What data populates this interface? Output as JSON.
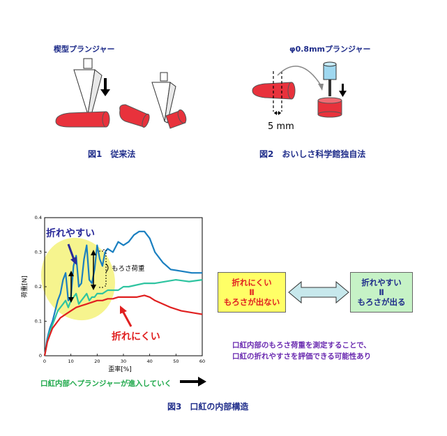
{
  "fig1": {
    "plunger_label": "楔型プランジャー",
    "caption": "図1　従来法"
  },
  "fig2": {
    "plunger_label": "φ0.8mmプランジャー",
    "dimension_label": "5 mm",
    "caption": "図2　おいしさ科学館独自法"
  },
  "fig3": {
    "caption": "図3　口紅の内部構造",
    "annotation_easy_break": "折れやすい",
    "annotation_hard_break": "折れにくい",
    "annotation_brittle_load": "もろさ荷重",
    "penetration_note": "口紅内部へプランジャーが進入していく",
    "left_box": {
      "line1": "折れにくい",
      "line2": "Ⅱ",
      "line3": "もろさが出ない"
    },
    "right_box": {
      "line1": "折れやすい",
      "line2": "Ⅱ",
      "line3": "もろさが出る"
    },
    "description_line1": "口紅内部のもろさ荷重を測定することで、",
    "description_line2": "口紅の折れやすさを評価できる可能性あり"
  },
  "colors": {
    "lipstick_red": "#e8323c",
    "plunger_cyan": "#9fd8f0",
    "navy_text": "#1f2d8a",
    "blue_series": "#1a7fc0",
    "teal_series": "#2ec4a0",
    "red_series": "#e02020",
    "highlight_yellow": "#f4f27a",
    "green_text": "#1ea84a",
    "purple_text": "#6a2ab0",
    "box_yellow": "#ffff66",
    "box_green": "#c6f2c6"
  },
  "chart_data": {
    "type": "line",
    "xlabel": "歪率[%]",
    "ylabel": "荷重[N]",
    "xlim": [
      0,
      60
    ],
    "ylim": [
      0,
      0.4
    ],
    "xticks": [
      "0",
      "10",
      "20",
      "30",
      "40",
      "50",
      "60"
    ],
    "yticks": [
      "0",
      "0.1",
      "0.2",
      "0.3",
      "0.4"
    ],
    "grid": false,
    "series": [
      {
        "color": "#1a7fc0",
        "x": [
          0,
          1,
          2,
          3,
          4,
          5,
          6,
          7,
          8,
          9,
          10,
          11,
          12,
          13,
          14,
          15,
          16,
          17,
          18,
          19,
          20,
          21,
          22,
          23,
          24,
          26,
          28,
          30,
          32,
          34,
          36,
          38,
          40,
          42,
          45,
          48,
          52,
          56,
          60
        ],
        "y": [
          0,
          0.05,
          0.08,
          0.1,
          0.13,
          0.16,
          0.18,
          0.22,
          0.24,
          0.16,
          0.17,
          0.26,
          0.29,
          0.2,
          0.21,
          0.28,
          0.32,
          0.22,
          0.21,
          0.25,
          0.32,
          0.28,
          0.26,
          0.3,
          0.31,
          0.3,
          0.33,
          0.32,
          0.33,
          0.35,
          0.36,
          0.36,
          0.34,
          0.3,
          0.27,
          0.25,
          0.245,
          0.24,
          0.24
        ]
      },
      {
        "color": "#2ec4a0",
        "x": [
          0,
          1,
          2,
          3,
          4,
          5,
          6,
          7,
          8,
          9,
          10,
          11,
          12,
          13,
          14,
          15,
          16,
          17,
          18,
          19,
          20,
          22,
          24,
          26,
          28,
          30,
          32,
          35,
          38,
          42,
          46,
          50,
          55,
          60
        ],
        "y": [
          0,
          0.04,
          0.07,
          0.09,
          0.11,
          0.13,
          0.14,
          0.15,
          0.16,
          0.14,
          0.16,
          0.17,
          0.18,
          0.15,
          0.16,
          0.17,
          0.18,
          0.16,
          0.17,
          0.17,
          0.18,
          0.18,
          0.19,
          0.19,
          0.19,
          0.2,
          0.2,
          0.205,
          0.21,
          0.21,
          0.215,
          0.22,
          0.215,
          0.22
        ]
      },
      {
        "color": "#e02020",
        "x": [
          0,
          1,
          2,
          3,
          4,
          5,
          6,
          8,
          10,
          12,
          14,
          16,
          18,
          20,
          22,
          24,
          26,
          28,
          30,
          32,
          35,
          38,
          40,
          42,
          45,
          48,
          52,
          56,
          60
        ],
        "y": [
          0,
          0.04,
          0.06,
          0.08,
          0.09,
          0.1,
          0.11,
          0.12,
          0.13,
          0.14,
          0.145,
          0.15,
          0.155,
          0.16,
          0.16,
          0.165,
          0.165,
          0.17,
          0.17,
          0.17,
          0.17,
          0.175,
          0.17,
          0.16,
          0.15,
          0.14,
          0.13,
          0.125,
          0.12
        ]
      }
    ]
  }
}
